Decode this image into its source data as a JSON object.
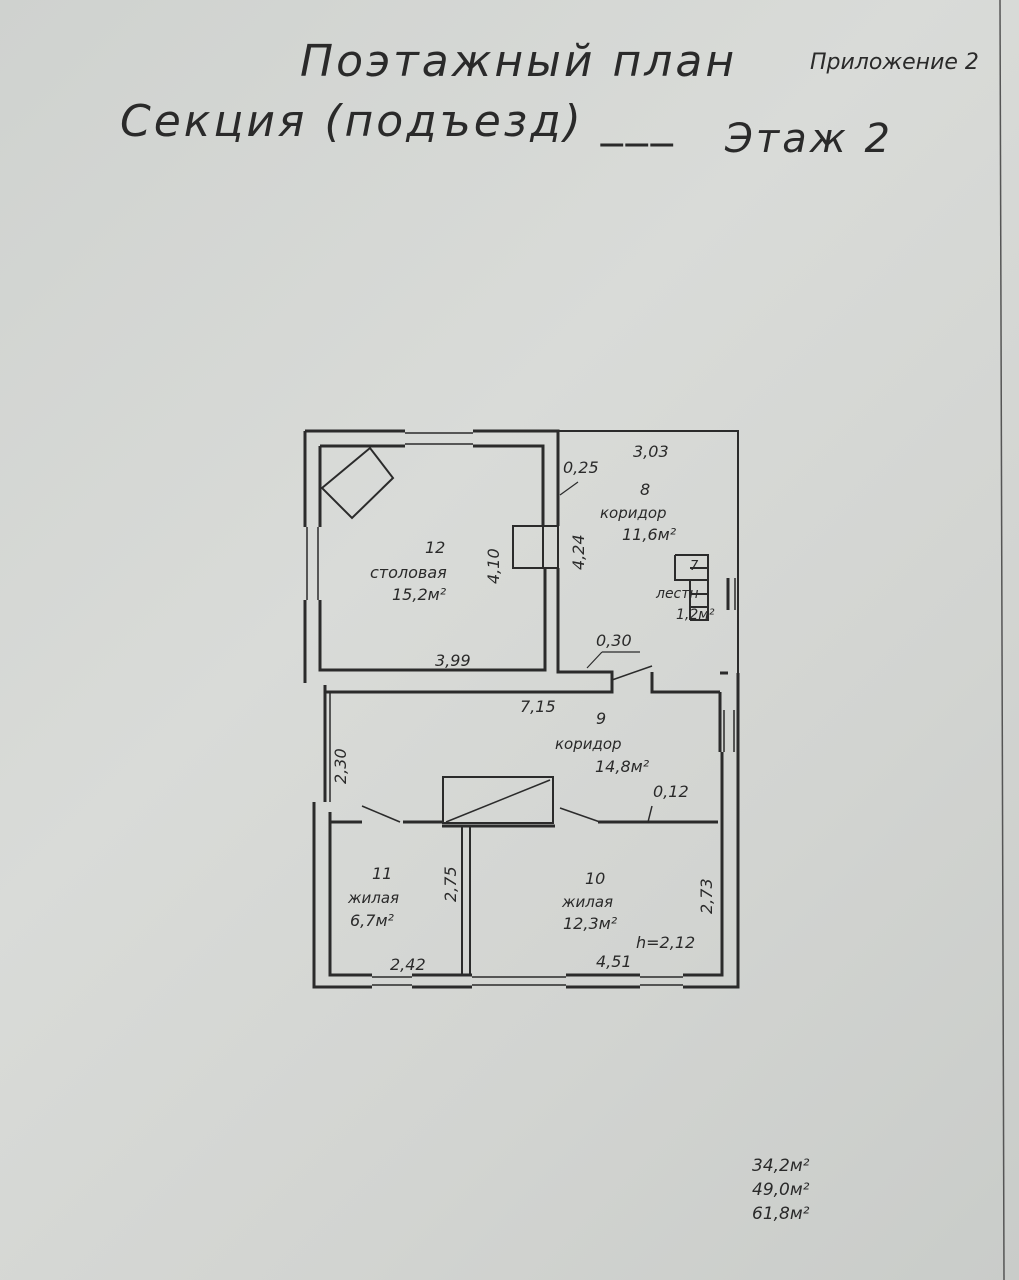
{
  "header": {
    "title": "Поэтажный план",
    "section": "Секция (подъезд) ___",
    "floor": "Этаж 2",
    "appendix": "Приложение 2"
  },
  "rooms": {
    "r12": {
      "number": "12",
      "name": "столовая",
      "area": "15,2м²"
    },
    "r8": {
      "number": "8",
      "name": "коридор",
      "area": "11,6м²"
    },
    "r7": {
      "number": "7",
      "name": "лестн",
      "area": "1,2м²"
    },
    "r9": {
      "number": "9",
      "name": "коридор",
      "area": "14,8м²"
    },
    "r11": {
      "number": "11",
      "name": "жилая",
      "area": "6,7м²"
    },
    "r10": {
      "number": "10",
      "name": "жилая",
      "area": "12,3м²"
    }
  },
  "dimensions": {
    "d303": "3,03",
    "d025": "0,25",
    "d424": "4,24",
    "d410": "4,10",
    "d399": "3,99",
    "d030": "0,30",
    "d715": "7,15",
    "d230": "2,30",
    "d012": "0,12",
    "d275": "2,75",
    "d273": "2,73",
    "d242": "2,42",
    "d451": "4,51",
    "height": "h=2,12"
  },
  "totals": [
    "34,2м²",
    "49,0м²",
    "61,8м²"
  ]
}
